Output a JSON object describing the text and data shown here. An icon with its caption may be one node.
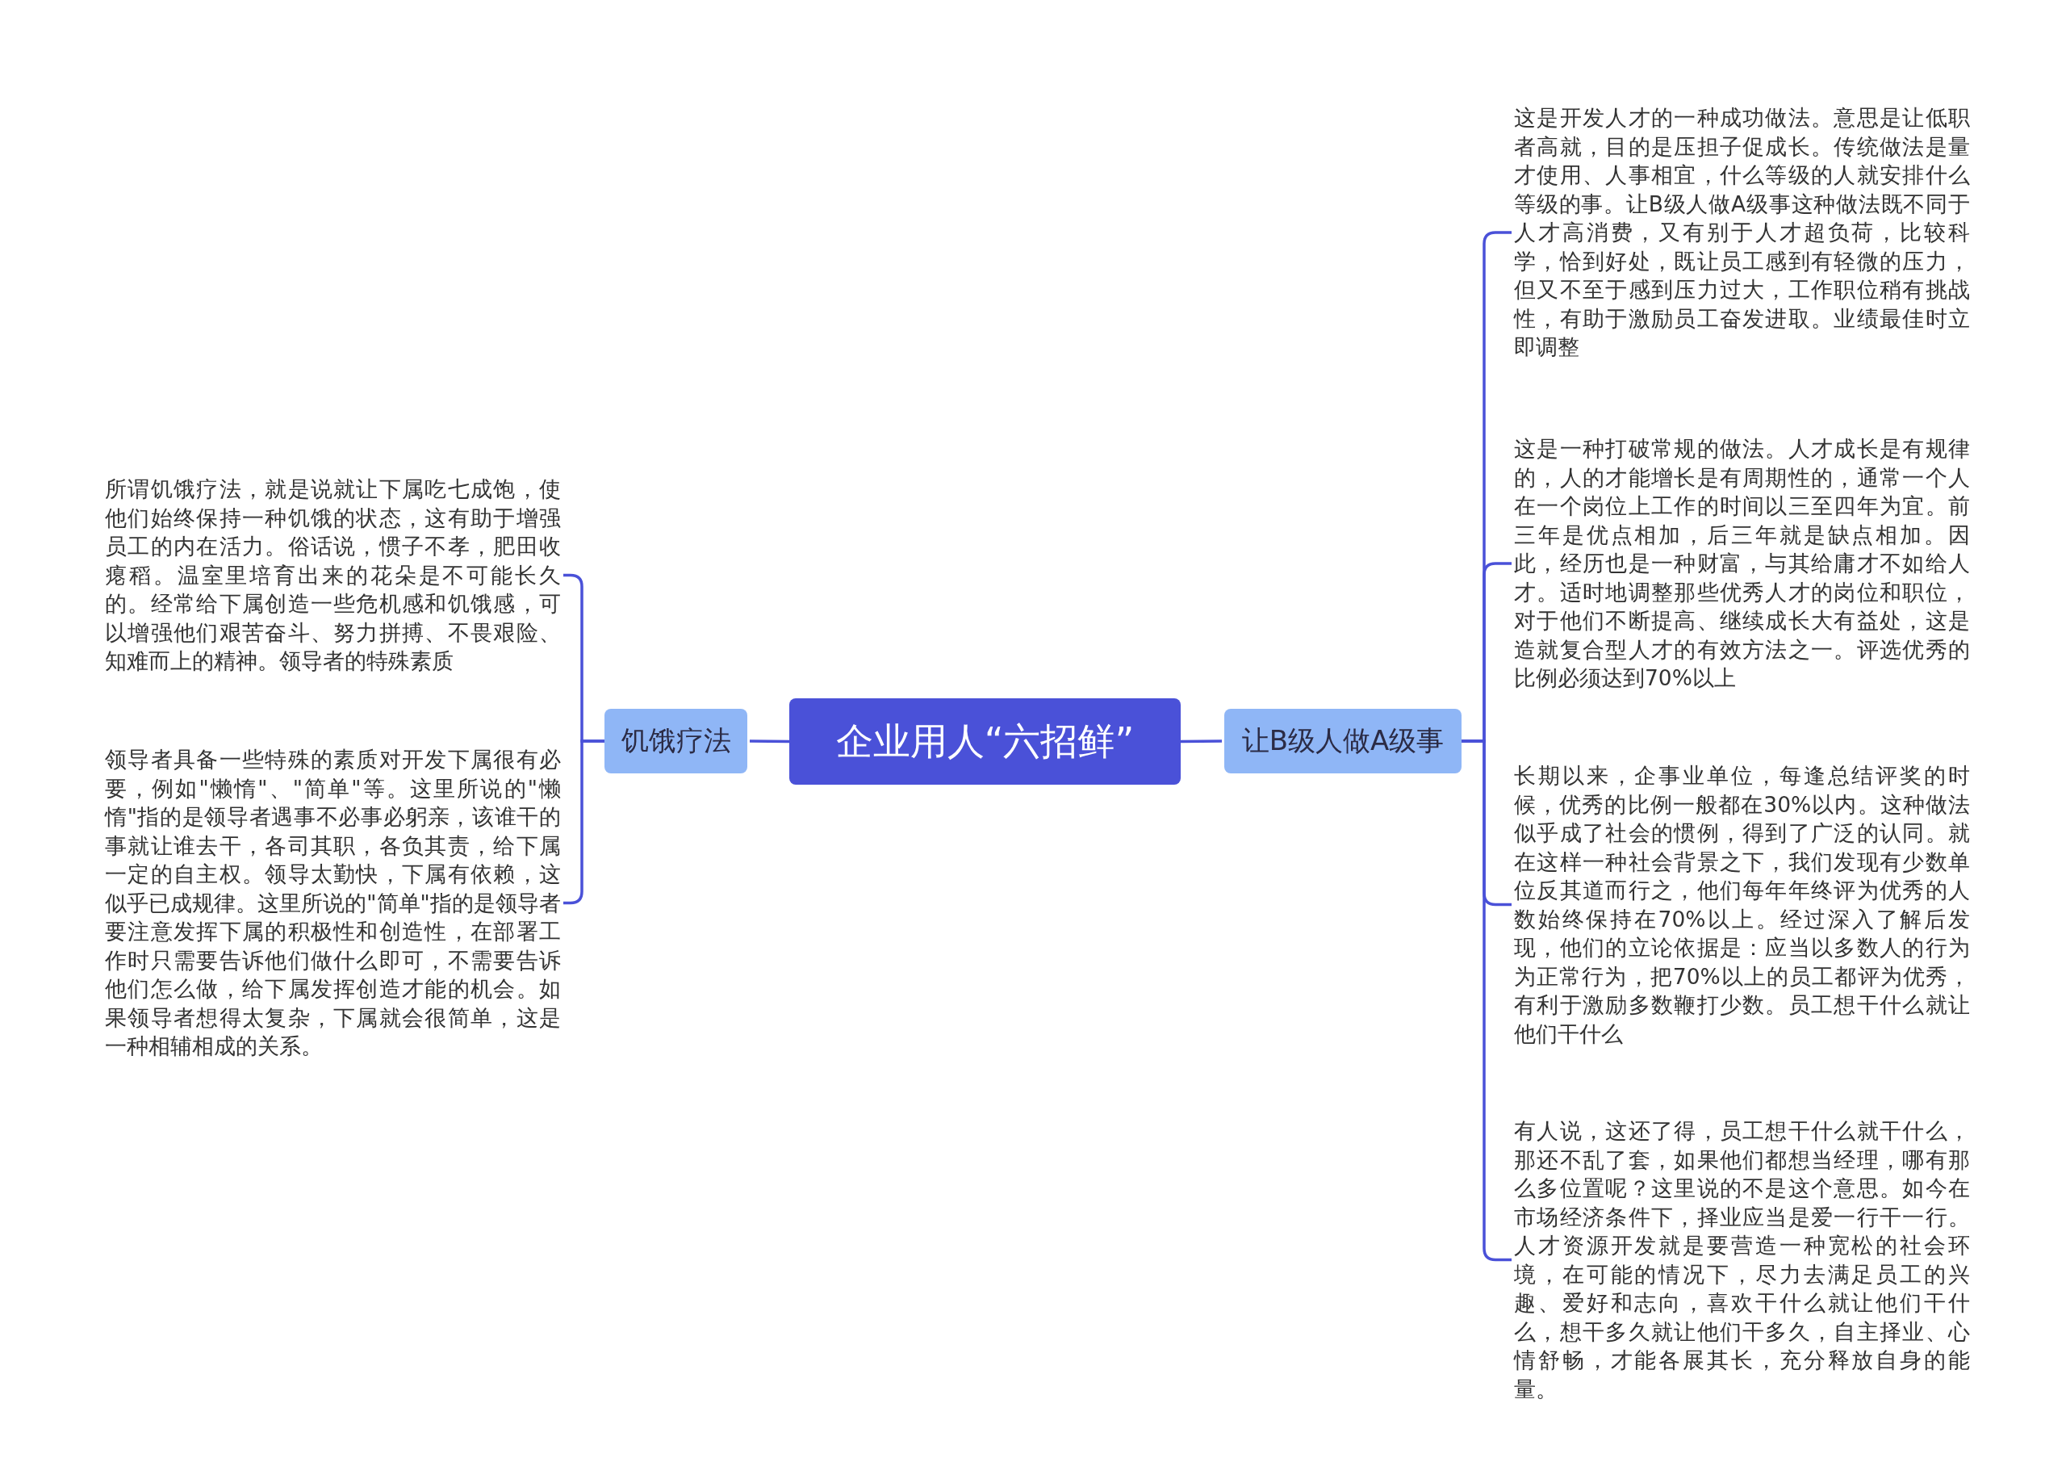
{
  "diagram": {
    "nodes": [
      {
        "text": [
          "企业用人“六招鲜”"
        ]
      },
      {
        "text": [
          "饥饿疗法"
        ]
      },
      {
        "text": [
          "让B级人做A级事"
        ]
      },
      {
        "text": [
          "所谓饥饿疗法，就是说就让下属吃七成饱，使他们始终保持一种饥饿的状态，这有助于增强员工的内在活力。俗话说，惯子不孝，肥田收瘪稻。温室里培育出来的花朵是不可能长久的。经常给下属创造一些危机感和饥饿感，可以增强他们艰苦奋斗、努力拼搏、不畏艰险、知难而上的精神。领导者的特殊素质"
        ]
      },
      {
        "text": [
          "领导者具备一些特殊的素质对开发下属很有必要，例如\"懒惰\"、\"简单\"等。这里所说的\"懒惰\"指的是领导者遇事不必事必躬亲，该谁干的事就让谁去干，各司其职，各负其责，给下属一定的自主权。领导太勤快，下属有依赖，这似乎已成规律。这里所说的\"简单\"指的是领导者要注意发挥下属的积极性和创造性，在部署工作时只需要告诉他们做什么即可，不需要告诉他们怎么做，给下属发挥创造才能的机会。如果领导者想得太复杂，下属就会很简单，这是一种相辅相成的关系。"
        ]
      },
      {
        "text": [
          "这是开发人才的一种成功做法。意思是让低职者高就，目的是压担子促成长。传统做法是量才使用、人事相宜，什么等级的人就安排什么等级的事。让B级人做A级事这种做法既不同于人才高消费，又有别于人才超负荷，比较科学，恰到好处，既让员工感到有轻微的压力，但又不至于感到压力过大，工作职位稍有挑战性，有助于激励员工奋发进取。业绩最佳时立即调整"
        ]
      },
      {
        "text": [
          "这是一种打破常规的做法。人才成长是有规律的，人的才能增长是有周期性的，通常一个人在一个岗位上工作的时间以三至四年为宜。前三年是优点相加，后三年就是缺点相加。因此，经历也是一种财富，与其给庸才不如给人才。适时地调整那些优秀人才的岗位和职位，对于他们不断提高、继续成长大有益处，这是造就复合型人才的有效方法之一。评选优秀的比例必须达到70%以上"
        ]
      },
      {
        "text": [
          "长期以来，企事业单位，每逢总结评奖的时候，优秀的比例一般都在30%以内。这种做法似乎成了社会的惯例，得到了广泛的认同。就在这样一种社会背景之下，我们发现有少数单位反其道而行之，他们每年年终评为优秀的人数始终保持在70%以上。经过深入了解后发现，他们的立论依据是：应当以多数人的行为为正常行为，把70%以上的员工都评为优秀，有利于激励多数鞭打少数。员工想干什么就让他们干什么"
        ]
      },
      {
        "text": [
          "有人说，这还了得，员工想干什么就干什么，那还不乱了套，如果他们都想当经理，哪有那么多位置呢？这里说的不是这个意思。如今在市场经济条件下，择业应当是爱一行干一行。人才资源开发就是要营造一种宽松的社会环境，在可能的情况下，尽力去满足员工的兴趣、爱好和志向，喜欢干什么就让他们干什么，想干多久就让他们干多久，自主择业、心情舒畅，才能各展其长，充分释放自身的能量。"
        ]
      }
    ],
    "edges": [
      {
        "from": 0,
        "to": 1,
        "arrow": "none"
      },
      {
        "from": 0,
        "to": 2,
        "arrow": "none"
      },
      {
        "from": 1,
        "to": 3,
        "arrow": "none"
      },
      {
        "from": 1,
        "to": 4,
        "arrow": "none"
      },
      {
        "from": 2,
        "to": 5,
        "arrow": "none"
      },
      {
        "from": 2,
        "to": 6,
        "arrow": "none"
      },
      {
        "from": 2,
        "to": 7,
        "arrow": "none"
      },
      {
        "from": 2,
        "to": 8,
        "arrow": "none"
      }
    ]
  }
}
